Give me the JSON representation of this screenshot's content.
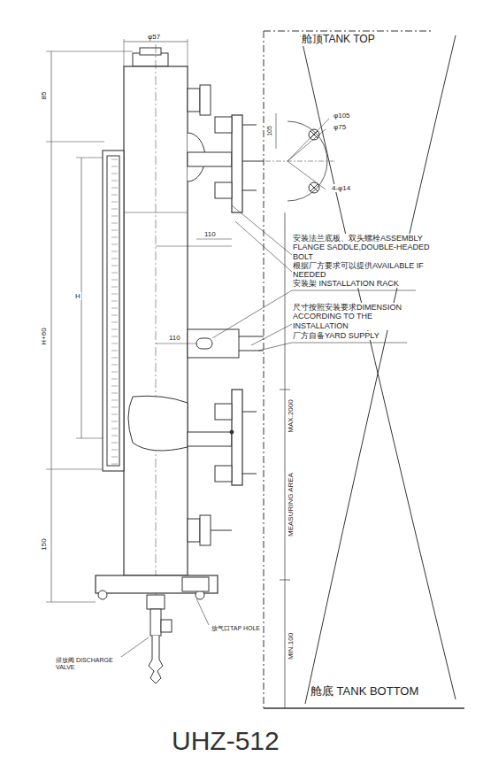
{
  "diagram": {
    "caption": "UHZ-512",
    "labels": [
      "φ57",
      "85",
      "H+60",
      "H",
      "150",
      "110",
      "110",
      "105",
      "φ105",
      "φ75",
      "4-φ14",
      "舱顶TANK TOP",
      "安装法兰底板、双头螺栓ASSEMBLY FLANGE SADDLE,DOUBLE-HEADED BOLT",
      "根据厂方要求可以提供AVAILABLE IF NEEDED",
      "安装架 INSTALLATION RACK",
      "尺寸按照安装要求DIMENSION ACCORDING TO THE INSTALLATION",
      "厂方自备YARD SUPPLY",
      "MAX.2000",
      "MEASURING AREA",
      "MIN.100",
      "舱底 TANK BOTTOM",
      "放气口TAP HOLE",
      "排放阀 DISCHARGE VALVE"
    ]
  }
}
